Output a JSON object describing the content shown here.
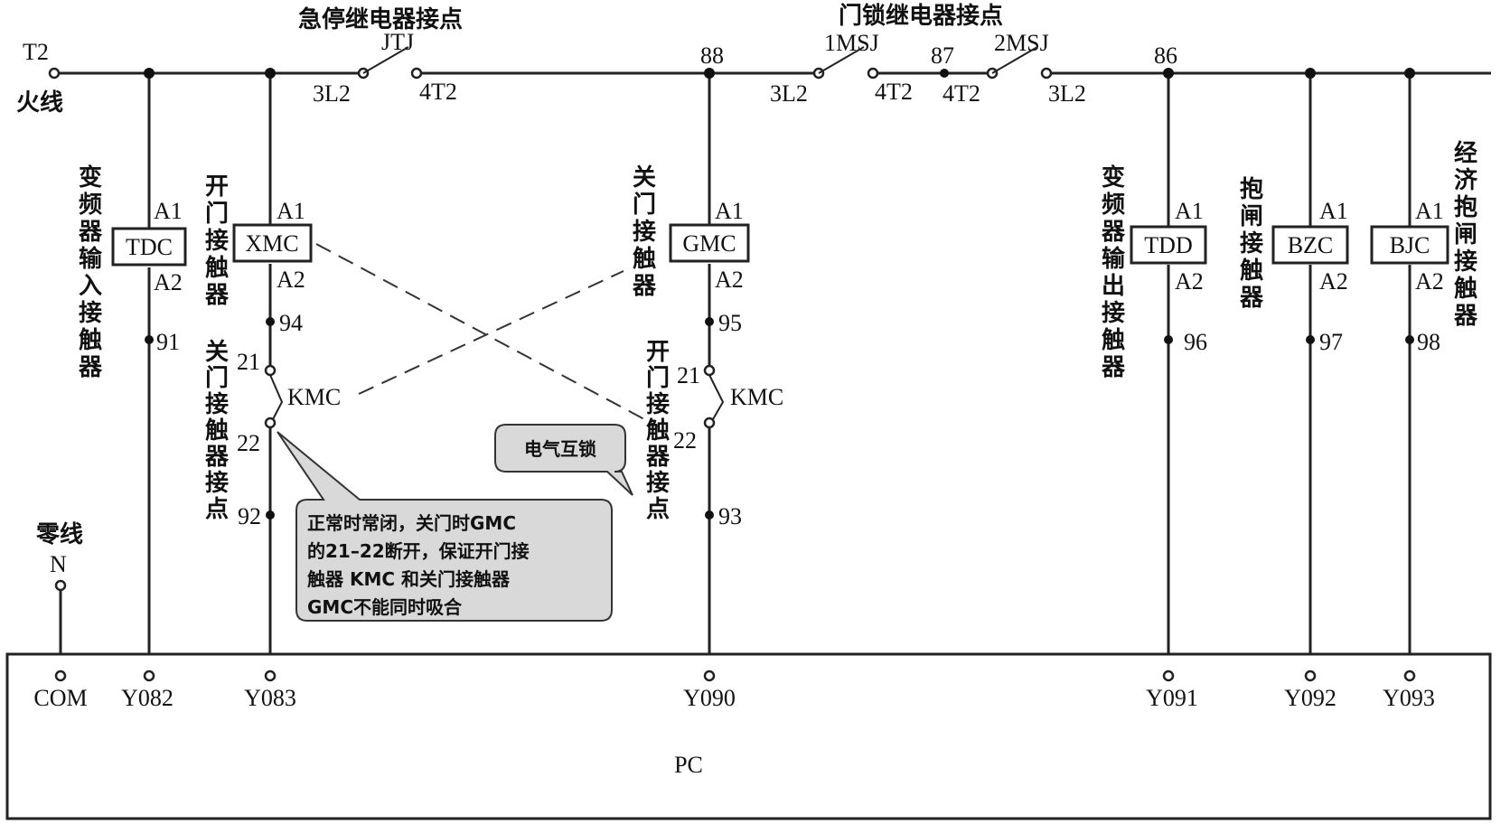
{
  "top_labels": {
    "estop_title": "急停继电器接点",
    "estop_relay": "JTJ",
    "door_title": "门锁继电器接点",
    "mlock1": "1MSJ",
    "mlock2": "2MSJ"
  },
  "live": {
    "terminal": "T2",
    "name": "火线"
  },
  "neutral": {
    "name": "零线",
    "terminal": "N"
  },
  "nodes": {
    "n88": "88",
    "n87": "87",
    "n86": "86"
  },
  "contact_terms": {
    "jtj_l": "3L2",
    "jtj_r": "4T2",
    "m1_l": "3L2",
    "m1_r": "4T2",
    "m2_l": "4T2",
    "m2_r": "3L2"
  },
  "coil_terms": {
    "a1": "A1",
    "a2": "A2"
  },
  "coils": [
    {
      "tag": "TDC",
      "desc": [
        "变",
        "频",
        "器",
        "输",
        "入",
        "接",
        "触",
        "器"
      ],
      "wire": "91",
      "output": "Y082"
    },
    {
      "tag": "XMC",
      "desc": [
        "开",
        "门",
        "接",
        "触",
        "器"
      ],
      "wire": "94",
      "wire2": "92",
      "output": "Y083"
    },
    {
      "tag": "GMC",
      "desc": [
        "关",
        "门",
        "接",
        "触",
        "器"
      ],
      "wire": "95",
      "wire2": "93",
      "output": "Y090"
    },
    {
      "tag": "TDD",
      "desc": [
        "变",
        "频",
        "器",
        "输",
        "出",
        "接",
        "触",
        "器"
      ],
      "wire": "96",
      "output": "Y091"
    },
    {
      "tag": "BZC",
      "desc": [
        "抱",
        "闸",
        "接",
        "触",
        "器"
      ],
      "wire": "97",
      "output": "Y092"
    },
    {
      "tag": "BJC",
      "desc": [
        "经",
        "济",
        "抱",
        "闸",
        "接",
        "触",
        "器"
      ],
      "wire": "98",
      "output": "Y093"
    }
  ],
  "interlock": {
    "left_desc": [
      "关",
      "门",
      "接",
      "触",
      "器",
      "接",
      "点"
    ],
    "right_desc": [
      "开",
      "门",
      "接",
      "触",
      "器",
      "接",
      "点"
    ],
    "kmc": "KMC",
    "t21": "21",
    "t22": "22"
  },
  "callout_small": "电气互锁",
  "callout_large": [
    "正常时常闭，关门时GMC",
    "的21–22断开，保证开门接",
    "触器 KMC 和关门接触器",
    "GMC不能同时吸合"
  ],
  "pc": {
    "com": "COM",
    "label": "PC"
  }
}
